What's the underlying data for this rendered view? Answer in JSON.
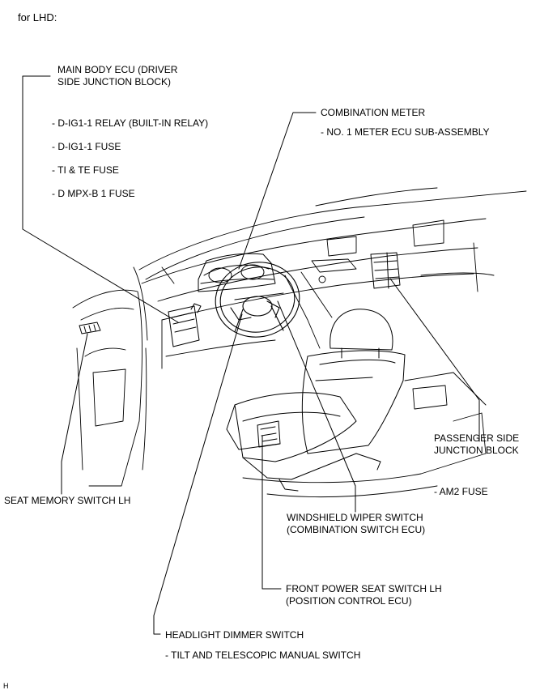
{
  "heading": "for LHD:",
  "corner_mark": "H",
  "labels": {
    "main_body_ecu": [
      "MAIN BODY ECU (DRIVER",
      "SIDE JUNCTION BLOCK)"
    ],
    "main_body_items": [
      "- D-IG1-1 RELAY (BUILT-IN RELAY)",
      "- D-IG1-1 FUSE",
      "- TI & TE FUSE",
      "- D MPX-B 1 FUSE"
    ],
    "combination_meter": "COMBINATION METER",
    "combination_meter_item": "- NO. 1 METER ECU SUB-ASSEMBLY",
    "passenger_jb": [
      "PASSENGER SIDE",
      "JUNCTION BLOCK"
    ],
    "passenger_jb_item": "- AM2 FUSE",
    "seat_memory": "SEAT MEMORY SWITCH LH",
    "wiper_switch": [
      "WINDSHIELD WIPER SWITCH",
      "(COMBINATION SWITCH ECU)"
    ],
    "power_seat": [
      "FRONT POWER SEAT SWITCH LH",
      "(POSITION CONTROL ECU)"
    ],
    "headlight_dimmer": "HEADLIGHT DIMMER SWITCH",
    "headlight_dimmer_item": "- TILT AND TELESCOPIC MANUAL SWITCH"
  }
}
